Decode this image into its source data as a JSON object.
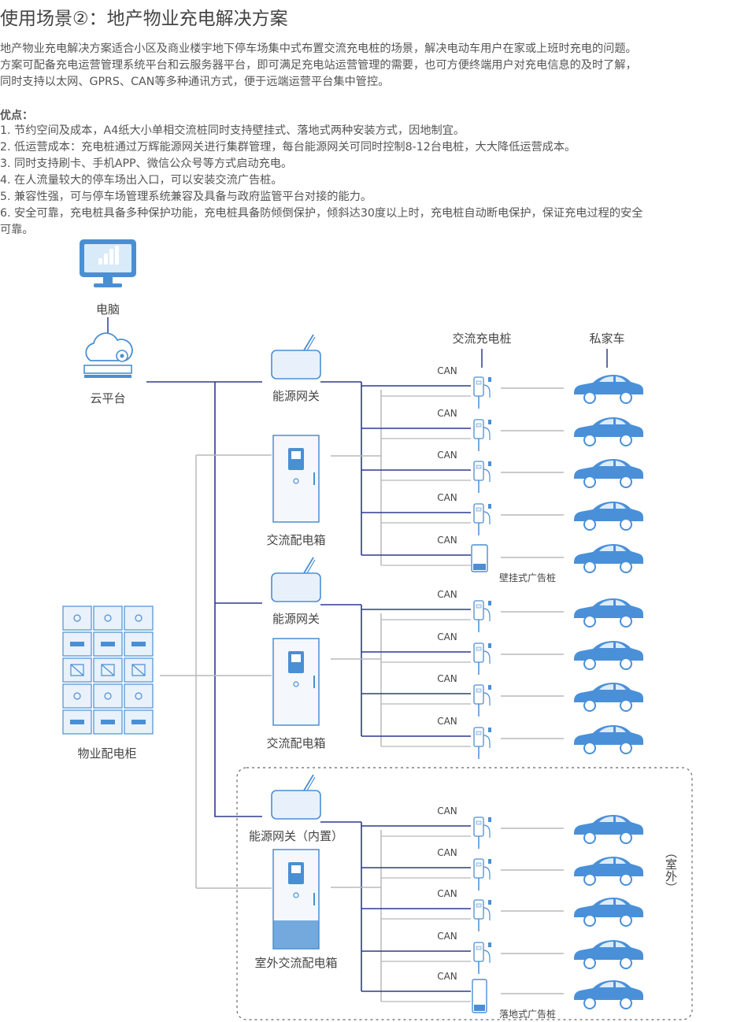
{
  "title": "使用场景②：地产物业充电解决方案",
  "intro": [
    "地产物业充电解决方案适合小区及商业楼宇地下停车场集中式布置交流充电桩的场景，解决电动车用户在家或上班时充电的问题。",
    "方案可配备充电运营管理系统平台和云服务器平台，即可满足充电站运营管理的需要，也可方便终端用户对充电信息的及时了解，",
    "同时支持以太网、GPRS、CAN等多种通讯方式，便于远端运营平台集中管控。"
  ],
  "advantages_title": "优点：",
  "advantages": [
    "1. 节约空间及成本，A4纸大小单相交流桩同时支持壁挂式、落地式两种安装方式，因地制宜。",
    "2. 低运营成本：充电桩通过万辉能源网关进行集群管理，每台能源网关可同时控制8-12台电桩，大大降低运营成本。",
    "3. 同时支持刷卡、手机APP、微信公众号等方式启动充电。",
    "4. 在人流量较大的停车场出入口，可以安装交流广告桩。",
    "5. 兼容性强，可与停车场管理系统兼容及具备与政府监管平台对接的能力。",
    "6. 安全可靠，充电桩具备多种保护功能，充电桩具备防倾倒保护，倾斜达30度以上时，充电桩自动断电保护，保证充电过程的安全",
    "   可靠。"
  ],
  "diagram": {
    "computer_label": "电脑",
    "cloud_label": "云平台",
    "cabinet_label": "物业配电柜",
    "pile_header": "交流充电桩",
    "car_header": "私家车",
    "can_label": "CAN",
    "outdoor_label": "（室外）",
    "groups": [
      {
        "gateway_label": "能源网关",
        "box_label": "交流配电箱",
        "piles": [
          "wall",
          "wall",
          "wall",
          "wall",
          "ad-wall"
        ],
        "ad_label": "壁挂式广告桩"
      },
      {
        "gateway_label": "能源网关",
        "box_label": "交流配电箱",
        "piles": [
          "wall",
          "wall",
          "wall",
          "wall"
        ],
        "ad_label": ""
      },
      {
        "gateway_label": "能源网关（内置）",
        "box_label": "室外交流配电箱",
        "piles": [
          "wall",
          "wall",
          "wall",
          "wall",
          "ad-floor"
        ],
        "ad_label": "落地式广告桩"
      }
    ]
  },
  "colors": {
    "accent": "#4a8fd4",
    "data_line": "#2e3b8c",
    "power_line": "#b8b8b8",
    "icon_stroke": "#4a8fd4",
    "icon_fill": "#e8f1fb",
    "car_blue": "#4a90d9"
  }
}
